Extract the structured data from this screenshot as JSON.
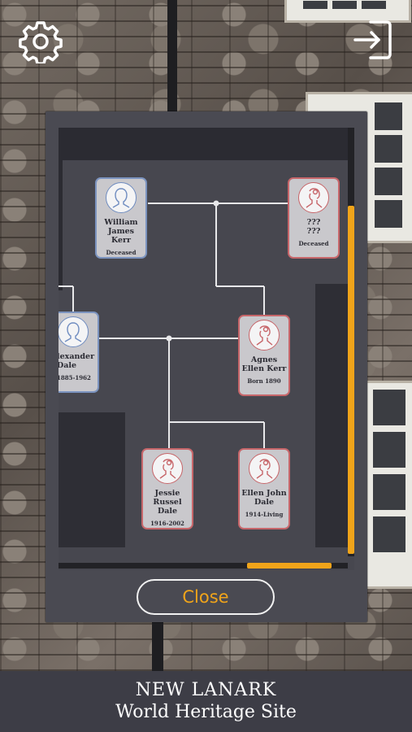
{
  "header": {
    "settings_icon": "gear-icon",
    "exit_icon": "sign-in-arrow-icon"
  },
  "family_tree": {
    "people": [
      {
        "id": "william",
        "name": "William James Kerr",
        "dates": "Deceased",
        "gender": "male"
      },
      {
        "id": "unknown",
        "name": "??? ???",
        "dates": "Deceased",
        "gender": "female"
      },
      {
        "id": "alexander",
        "name": "lexander Dale",
        "dates": "1885-1962",
        "gender": "male"
      },
      {
        "id": "agnes",
        "name": "Agnes Ellen Kerr",
        "dates": "Born 1890",
        "gender": "female"
      },
      {
        "id": "jessie",
        "name": "Jessie Russel Dale",
        "dates": "1916-2002",
        "gender": "female"
      },
      {
        "id": "ellen",
        "name": "Ellen John Dale",
        "dates": "1914-Living",
        "gender": "female"
      }
    ],
    "colors": {
      "male_border": "#7b93bf",
      "female_border": "#c7666a",
      "accent": "#f0a41a"
    }
  },
  "modal": {
    "close_label": "Close"
  },
  "footer": {
    "line1": "NEW LANARK",
    "line2": "World Heritage Site"
  }
}
